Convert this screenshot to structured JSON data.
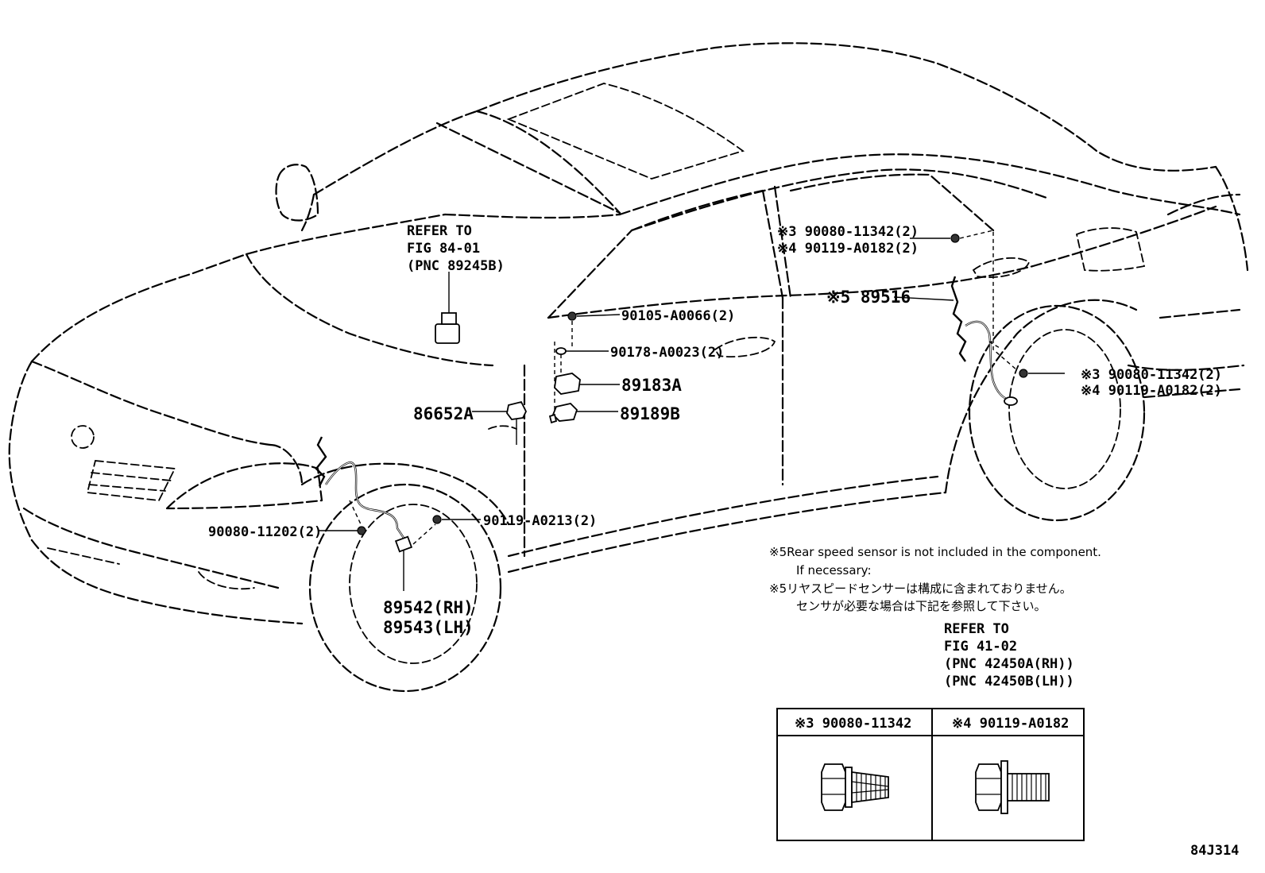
{
  "refer_front": {
    "line1": "REFER TO",
    "line2": "FIG 84-01",
    "line3": "(PNC 89245B)"
  },
  "callouts": {
    "rear_bolt_upper_a": "※3 90080-11342(2)",
    "rear_bolt_upper_b": "※4 90119-A0182(2)",
    "rear_sensor": "※5 89516",
    "screw_90105": "90105-A0066(2)",
    "nut_90178": "90178-A0023(2)",
    "sensor_89183a": "89183A",
    "sensor_89189b": "89189B",
    "sensor_86652a": "86652A",
    "rear_bolt_lower_a": "※3 90080-11342(2)",
    "rear_bolt_lower_b": "※4 90119-A0182(2)",
    "front_bolt_90080": "90080-11202(2)",
    "front_bolt_90119": "90119-A0213(2)",
    "front_sensor_rh": "89542(RH)",
    "front_sensor_lh": "89543(LH)"
  },
  "notes": {
    "en_line1": "※5Rear speed sensor is not included in the component.",
    "en_line2": "If necessary:",
    "jp_line1": "※5リヤスピードセンサーは構成に含まれておりません。",
    "jp_line2": "センサが必要な場合は下記を参照して下さい。"
  },
  "refer_rear": {
    "line1": "REFER TO",
    "line2": "FIG 41-02",
    "line3": "(PNC 42450A(RH))",
    "line4": "(PNC 42450B(LH))"
  },
  "bolt_table": {
    "col1_header": "※3 90080-11342",
    "col2_header": "※4 90119-A0182"
  },
  "figure_id": "84J314"
}
